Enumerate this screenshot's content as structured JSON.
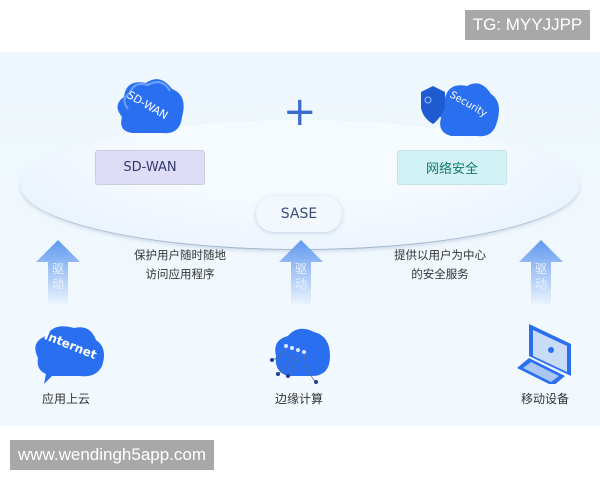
{
  "watermark_top": "TG: MYYJJPP",
  "watermark_bottom": "www.wendingh5app.com",
  "top": {
    "left": {
      "cloud_text": "SD-WAN",
      "label": "SD-WAN"
    },
    "plus": "+",
    "right": {
      "cloud_text": "Security",
      "label": "网络安全"
    },
    "base": "SASE"
  },
  "arrow_text": [
    "驱",
    "动"
  ],
  "descriptions": {
    "left": [
      "保护用户随时随地",
      "访问应用程序"
    ],
    "right": [
      "提供以用户为中心",
      "的安全服务"
    ]
  },
  "bottom": [
    {
      "icon": "internet-cloud",
      "cloud_text": "Internet",
      "label": "应用上云"
    },
    {
      "icon": "edge-cloud",
      "label": "边缘计算"
    },
    {
      "icon": "laptop",
      "label": "移动设备"
    }
  ],
  "colors": {
    "accent": "#2f6fe8",
    "panel": "#eef7fd",
    "sdwan_label": "#dcdcf7",
    "security_label": "#d6f3f5"
  }
}
